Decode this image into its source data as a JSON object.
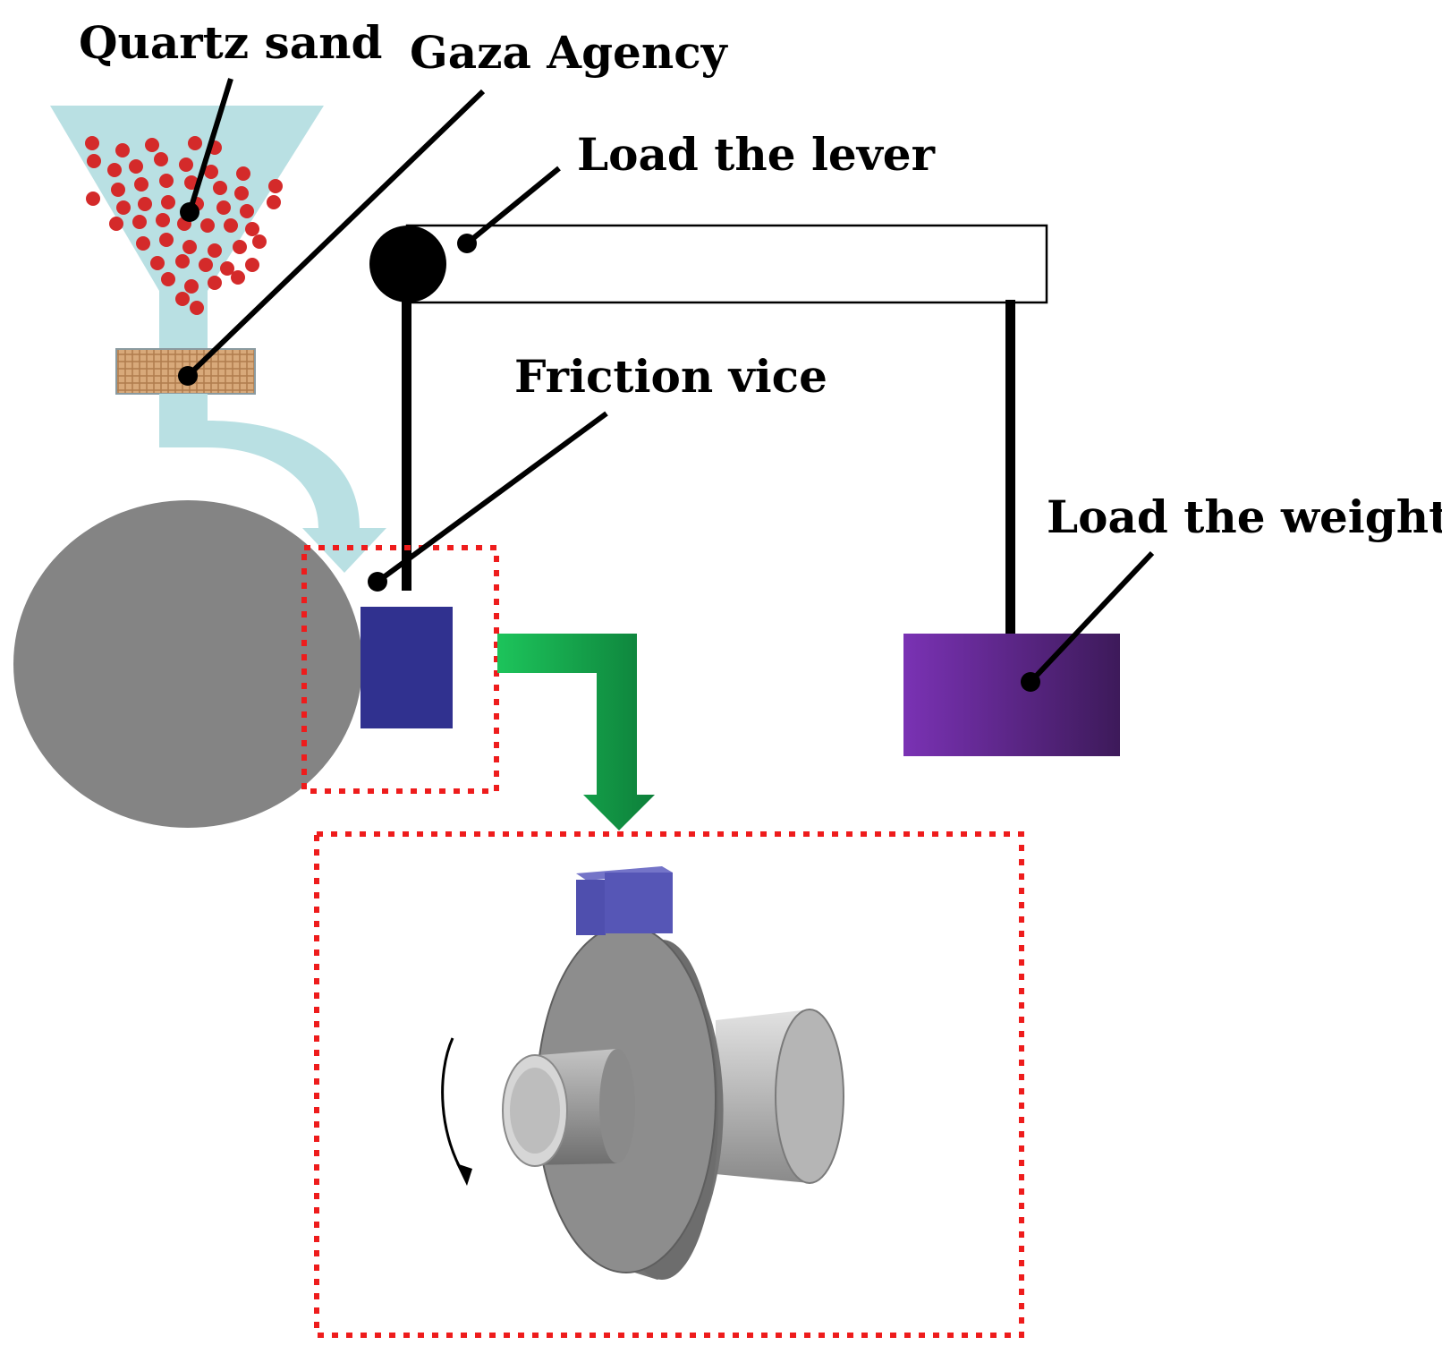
{
  "labels": {
    "quartz_sand": "Quartz sand",
    "gaza_agency": "Gaza Agency",
    "load_the_lever": "Load the lever",
    "friction_vice": "Friction vice",
    "load_the_weights": "Load the weights"
  },
  "colors": {
    "hopper": "#b9e0e3",
    "sand_grain": "#d42a2a",
    "mesh": "#d8a97a",
    "wheel": "#848484",
    "friction_block": "#30318f",
    "weight_start": "#7a32b4",
    "weight_end": "#3d1a5a",
    "green_arrow": "#1ab754",
    "dashed_box": "#ee1c1c",
    "leader": "#000000"
  },
  "icons": {
    "lever_pivot": "filled-circle",
    "rotation": "curved-arrow-icon"
  }
}
